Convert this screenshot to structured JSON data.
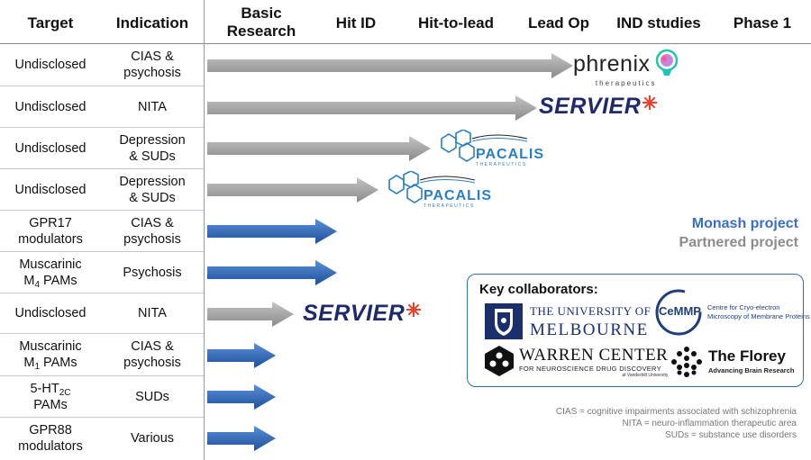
{
  "headers": {
    "target": "Target",
    "indication": "Indication",
    "basic_research": "Basic Research",
    "hit_id": "Hit ID",
    "hit_to_lead": "Hit-to-lead",
    "lead_op": "Lead Op",
    "ind_studies": "IND studies",
    "phase1": "Phase 1"
  },
  "rows": [
    {
      "target": "Undisclosed",
      "indication": "CIAS & psychosis",
      "type": "partnered",
      "partner": "phrenix"
    },
    {
      "target": "Undisclosed",
      "indication": "NITA",
      "type": "partnered",
      "partner": "servier"
    },
    {
      "target": "Undisclosed",
      "indication": "Depression & SUDs",
      "type": "partnered",
      "partner": "pacalis"
    },
    {
      "target": "Undisclosed",
      "indication": "Depression & SUDs",
      "type": "partnered",
      "partner": "pacalis"
    },
    {
      "target": "GPR17 modulators",
      "indication": "CIAS & psychosis",
      "type": "monash"
    },
    {
      "target_main": "Muscarinic",
      "target_sub_base": "M",
      "target_sub": "4",
      "target_suffix": " PAMs",
      "indication": "Psychosis",
      "type": "monash"
    },
    {
      "target": "Undisclosed",
      "indication": "NITA",
      "type": "partnered",
      "partner": "servier"
    },
    {
      "target_main": "Muscarinic",
      "target_sub_base": "M",
      "target_sub": "1",
      "target_suffix": " PAMs",
      "indication": "CIAS & psychosis",
      "type": "monash"
    },
    {
      "target_main": "5-HT",
      "target_sub": "2C",
      "target_suffix": "PAMs",
      "indication": "SUDs",
      "type": "monash"
    },
    {
      "target": "GPR88 modulators",
      "indication": "Various",
      "type": "monash"
    }
  ],
  "logos": {
    "phrenix": {
      "name": "phrenix",
      "sub": "therapeutics"
    },
    "servier": {
      "name": "SERVIER"
    },
    "pacalis": {
      "name": "PACALIS",
      "sub": "THERAPEUTICS"
    }
  },
  "legend": {
    "monash": "Monash project",
    "partnered": "Partnered project",
    "monash_color": "#3a6fc4",
    "partnered_color": "#8c8c8c"
  },
  "collaborators": {
    "title": "Key collaborators:",
    "melbourne": {
      "line1": "THE UNIVERSITY OF",
      "line2": "MELBOURNE"
    },
    "cemmp": {
      "name": "CeMMP",
      "desc1": "Centre for Cryo-electron",
      "desc2": "Microscopy of Membrane Proteins"
    },
    "warren": {
      "name": "WARREN CENTER",
      "sub": "FOR NEUROSCIENCE DRUG DISCOVERY",
      "sub2": "at Vanderbilt University"
    },
    "florey": {
      "name": "The Florey",
      "sub": "Advancing Brain Research"
    }
  },
  "notes": [
    "CIAS = cognitive impairments associated with schizophrenia",
    "NITA = neuro-inflammation therapeutic area",
    "SUDs = substance use disorders"
  ]
}
